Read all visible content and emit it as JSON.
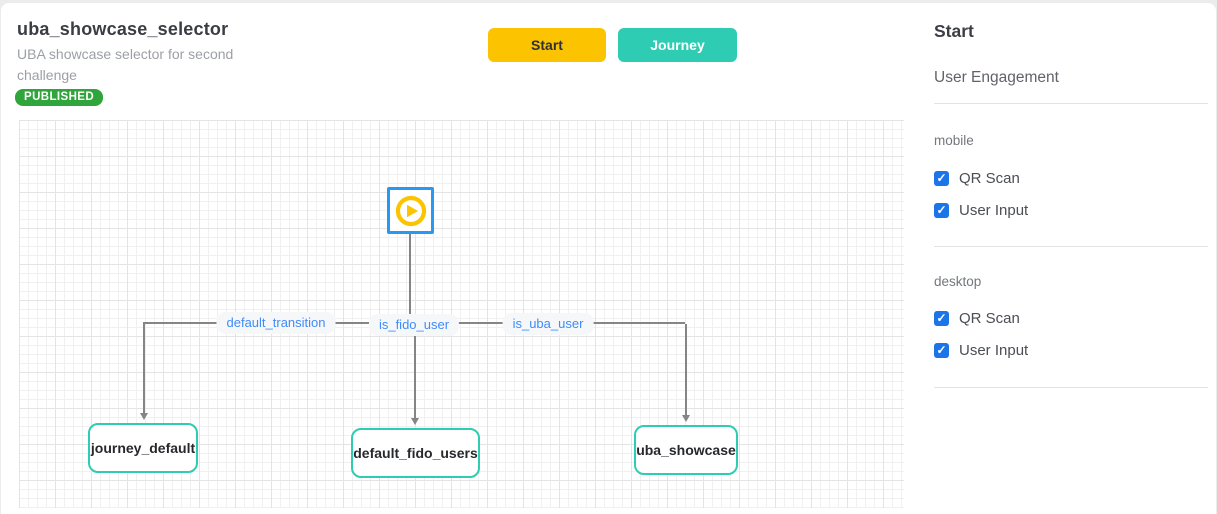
{
  "header": {
    "title": "uba_showcase_selector",
    "subtitle": "UBA showcase selector for second challenge",
    "status_badge": "PUBLISHED",
    "start_button": "Start",
    "journey_button": "Journey"
  },
  "canvas": {
    "start_node_icon": "play-icon",
    "edges": [
      {
        "label": "default_transition",
        "target": "journey_default"
      },
      {
        "label": "is_fido_user",
        "target": "default_fido_users"
      },
      {
        "label": "is_uba_user",
        "target": "uba_showcase"
      }
    ],
    "nodes": [
      "journey_default",
      "default_fido_users",
      "uba_showcase"
    ]
  },
  "sidebar": {
    "title": "Start",
    "subtitle": "User Engagement",
    "sections": [
      {
        "label": "mobile",
        "options": [
          {
            "label": "QR Scan",
            "checked": true
          },
          {
            "label": "User Input",
            "checked": true
          }
        ]
      },
      {
        "label": "desktop",
        "options": [
          {
            "label": "QR Scan",
            "checked": true
          },
          {
            "label": "User Input",
            "checked": true
          }
        ]
      }
    ]
  },
  "colors": {
    "start_button": "#fcc400",
    "journey_button": "#2fccb4",
    "badge_green": "#2fa53c",
    "node_border_teal": "#2fccb4",
    "start_node_border_blue": "#2899f2",
    "edge_label_blue": "#3f8cfa",
    "checkbox_blue": "#1b74e8",
    "edge_line_gray": "#858585"
  }
}
